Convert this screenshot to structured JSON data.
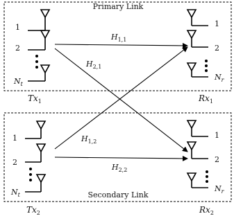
{
  "primary_link": {
    "label": "Primary Link"
  },
  "secondary_link": {
    "label": "Secondary Link"
  },
  "tx1": {
    "label_main": "Tx",
    "label_sub": "1",
    "antenna_labels": [
      "1",
      "2"
    ],
    "last_label_main": "N",
    "last_label_sub": "t"
  },
  "tx2": {
    "label_main": "Tx",
    "label_sub": "2",
    "antenna_labels": [
      "1",
      "2"
    ],
    "last_label_main": "N",
    "last_label_sub": "t"
  },
  "rx1": {
    "label_main": "Rx",
    "label_sub": "1",
    "antenna_labels": [
      "1",
      "2"
    ],
    "last_label_main": "N",
    "last_label_sub": "r"
  },
  "rx2": {
    "label_main": "Rx",
    "label_sub": "2",
    "antenna_labels": [
      "1",
      "2"
    ],
    "last_label_main": "N",
    "last_label_sub": "r"
  },
  "channels": {
    "h11": {
      "main": "H",
      "sub": "1,1"
    },
    "h21": {
      "main": "H",
      "sub": "2,1"
    },
    "h12": {
      "main": "H",
      "sub": "1,2"
    },
    "h22": {
      "main": "H",
      "sub": "2,2"
    }
  }
}
